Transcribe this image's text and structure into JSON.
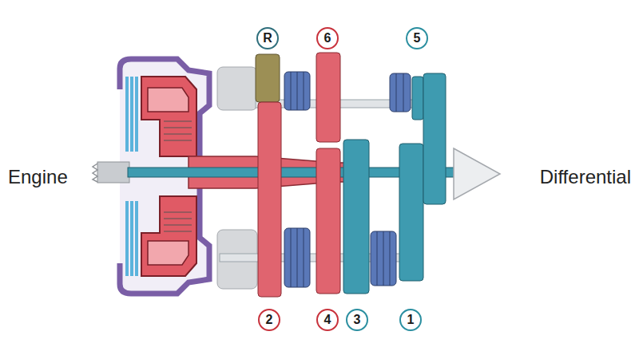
{
  "diagram": {
    "nodes": [
      {
        "text": [
          "R"
        ]
      },
      {
        "text": [
          "6"
        ]
      },
      {
        "text": [
          "5"
        ]
      },
      {
        "text": [
          "2"
        ]
      },
      {
        "text": [
          "4"
        ]
      },
      {
        "text": [
          "3"
        ]
      },
      {
        "text": [
          "1"
        ]
      }
    ],
    "labels": [
      "Engine",
      "Differential"
    ]
  }
}
